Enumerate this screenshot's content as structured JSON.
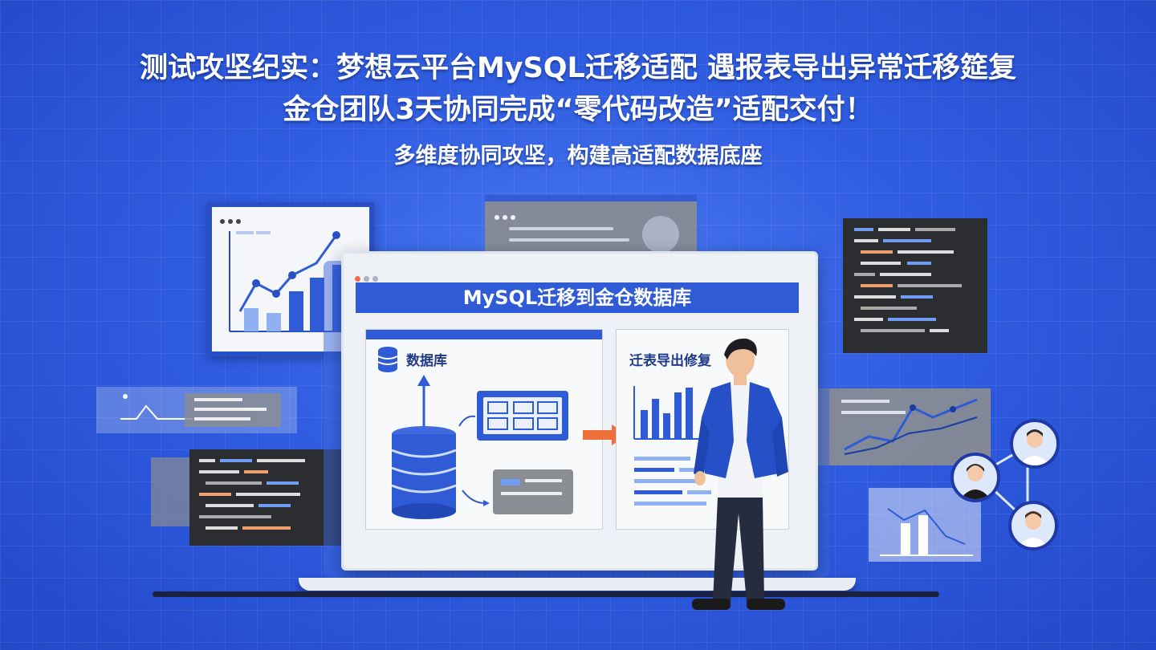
{
  "headline": {
    "line1": "测试攻坚纪实：梦想云平台MySQL迁移适配 遇报表导出异常迁移筵复",
    "line2": "金仓团队3天协同完成“零代码改造”适配交付！",
    "subtitle": "多维度协同攻坚，构建高适配数据底座"
  },
  "screen": {
    "banner": "MySQL迁移到金仓数据库",
    "left_label": "数据库",
    "right_label": "迁表导出修复"
  },
  "icons": {
    "db": "database-icon",
    "arrow": "arrow-right-icon",
    "team": "team-network-icon",
    "person": "person-icon"
  },
  "colors": {
    "background": "#2f5ce0",
    "accent": "#2f5bd6",
    "arrow": "#f0703a",
    "dark_panel": "#2b2d31"
  }
}
